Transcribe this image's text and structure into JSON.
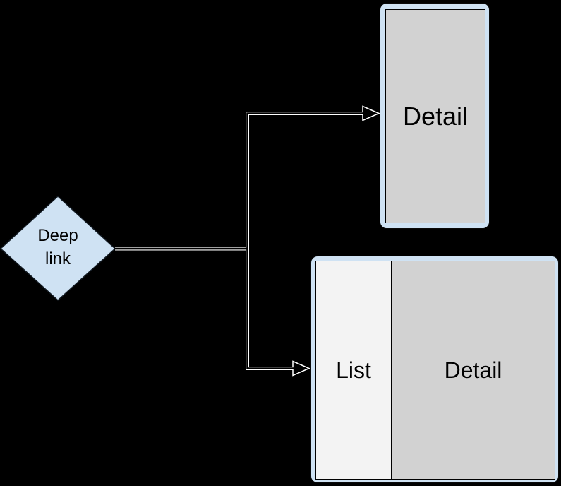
{
  "background": "#000000",
  "nodes": {
    "diamond": {
      "label": "Deep link",
      "fill": "#cfe2f3",
      "stroke": "#141c24",
      "text_color": "#000000"
    },
    "phone": {
      "label": "Detail",
      "frame_fill": "#cfe2f3",
      "screen_fill": "#d2d2d2"
    },
    "tablet": {
      "list_label": "List",
      "detail_label": "Detail",
      "frame_fill": "#cfe2f3",
      "list_fill": "#f3f3f3",
      "detail_fill": "#d2d2d2"
    }
  },
  "connectors": {
    "outline": "#ffffff",
    "inner": "#000000"
  }
}
